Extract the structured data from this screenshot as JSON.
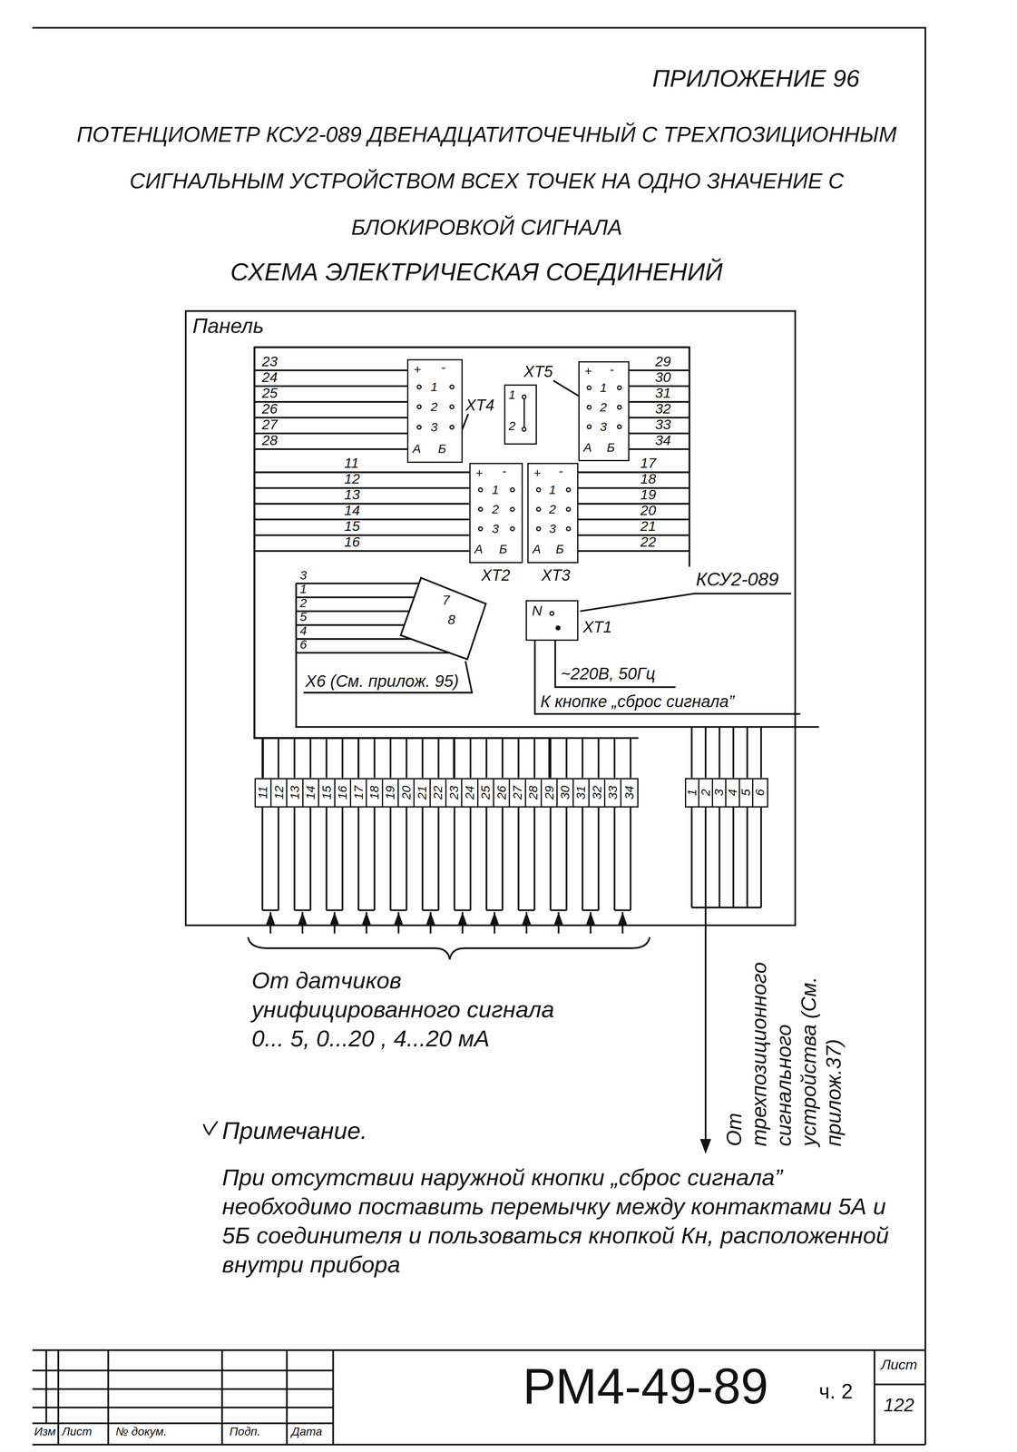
{
  "diagram": {
    "title": "ПОТЕНЦИОМЕТР КСУ2-089 ДВЕНАДЦАТИТОЧЕЧНЫЙ С ТРЕХПОЗИЦИОННЫМ СИГНАЛЬНЫМ УСТРОЙСТВОМ ВСЕХ ТОЧЕК НА ОДНО ЗНАЧЕНИЕ С БЛОКИРОВКОЙ СИГНАЛА",
    "nodes": [
      {
        "text": [
          "Панель"
        ]
      },
      {
        "text": [
          "+",
          "-",
          "1",
          "2",
          "3",
          "А",
          "Б"
        ],
        "in": 0
      },
      {
        "text": [
          "1",
          "2"
        ],
        "in": 0
      },
      {
        "text": [
          "+",
          "-",
          "1",
          "2",
          "3",
          "А",
          "Б"
        ],
        "in": 0
      },
      {
        "text": [
          "+",
          "-",
          "1",
          "2",
          "3",
          "А",
          "Б"
        ],
        "in": 0
      },
      {
        "text": [
          "+",
          "-",
          "1",
          "2",
          "3",
          "А",
          "Б"
        ],
        "in": 0
      },
      {
        "text": [
          "N"
        ],
        "in": 0
      },
      {
        "text": [
          "11",
          "12",
          "13",
          "14",
          "15",
          "16",
          "17",
          "18",
          "19",
          "20",
          "21",
          "22",
          "23",
          "24",
          "25",
          "26",
          "27",
          "28",
          "29",
          "30",
          "31",
          "32",
          "33",
          "34"
        ],
        "in": 0
      },
      {
        "text": [
          "1",
          "2",
          "3",
          "4",
          "5",
          "6"
        ],
        "in": 0
      }
    ],
    "edges": [
      {
        "from": 1,
        "to": 7,
        "arrow": "none"
      },
      {
        "from": 4,
        "to": 7,
        "arrow": "none"
      },
      {
        "from": 5,
        "to": 7,
        "arrow": "none"
      },
      {
        "from": 3,
        "to": 7,
        "arrow": "none"
      }
    ],
    "labels": [
      "ПРИЛОЖЕНИЕ 96",
      "СХЕМА ЭЛЕКТРИЧЕСКАЯ СОЕДИНЕНИЙ",
      "23",
      "24",
      "25",
      "26",
      "27",
      "28",
      "ХТ4",
      "ХТ5",
      "29",
      "30",
      "31",
      "32",
      "33",
      "34",
      "11",
      "12",
      "13",
      "14",
      "15",
      "16",
      "17",
      "18",
      "19",
      "20",
      "21",
      "22",
      "3",
      "1",
      "2",
      "5",
      "4",
      "6",
      "7",
      "8",
      "ХТ2",
      "ХТ3",
      "КСУ2-089",
      "ХТ1",
      "Х6 (См. прилож. 95)",
      "~220В, 50Гц",
      "К кнопке „сброс сигнала”",
      "От датчиков унифицированного сигнала 0... 5, 0...20 , 4...20 мА",
      "От трехпозиционного сигнального устройства (См. прилож.37)",
      "Примечание.",
      "При отсутствии наружной кнопки „сброс сигнала” необходимо поставить перемычку между контактами 5А и 5Б соединителя и пользоваться кнопкой Кн, расположенной внутри прибора",
      "РМ4-49-89",
      "ч. 2",
      "Изм",
      "Лист",
      "№ докум.",
      "Подп.",
      "Дата",
      "Лист",
      "122"
    ]
  }
}
